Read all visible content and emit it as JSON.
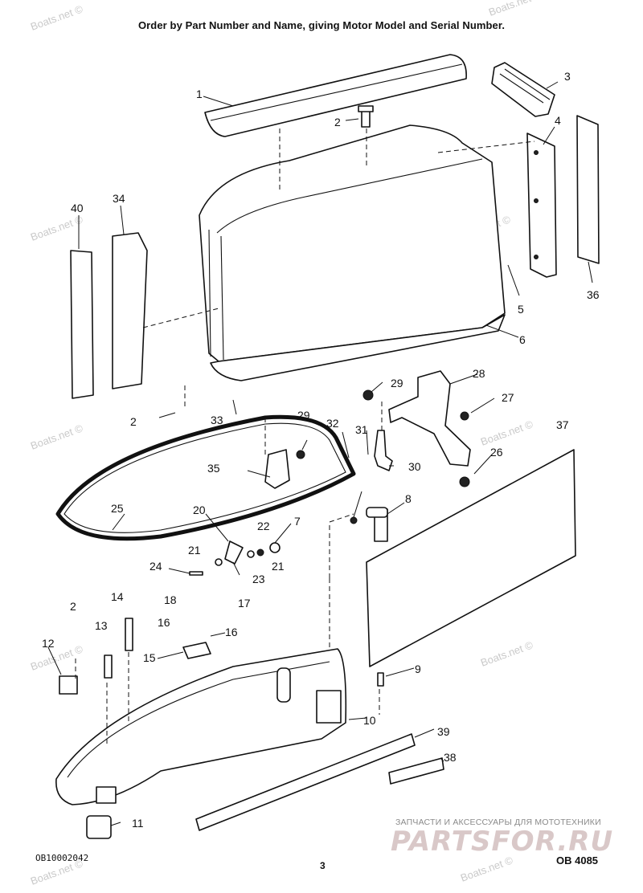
{
  "header": "Order by Part Number and Name, giving Motor Model and Serial Number.",
  "footer": {
    "doc_code": "OB10002042",
    "page_number": "3",
    "figure_code": "OB 4085"
  },
  "branding": {
    "tagline": "ЗАПЧАСТИ И АКСЕССУАРЫ ДЛЯ МОТОТЕХНИКИ",
    "logo_text": "PARTSFOR.RU"
  },
  "watermark_text": "Boats.net ©",
  "callouts": [
    "1",
    "2",
    "3",
    "4",
    "40",
    "34",
    "5",
    "36",
    "6",
    "29",
    "28",
    "27",
    "2",
    "33",
    "29",
    "32",
    "31",
    "30",
    "35",
    "26",
    "37",
    "25",
    "20",
    "7",
    "8",
    "22",
    "21",
    "24",
    "21",
    "23",
    "14",
    "2",
    "18",
    "17",
    "13",
    "16",
    "16",
    "12",
    "15",
    "9",
    "10",
    "39",
    "38",
    "11"
  ]
}
